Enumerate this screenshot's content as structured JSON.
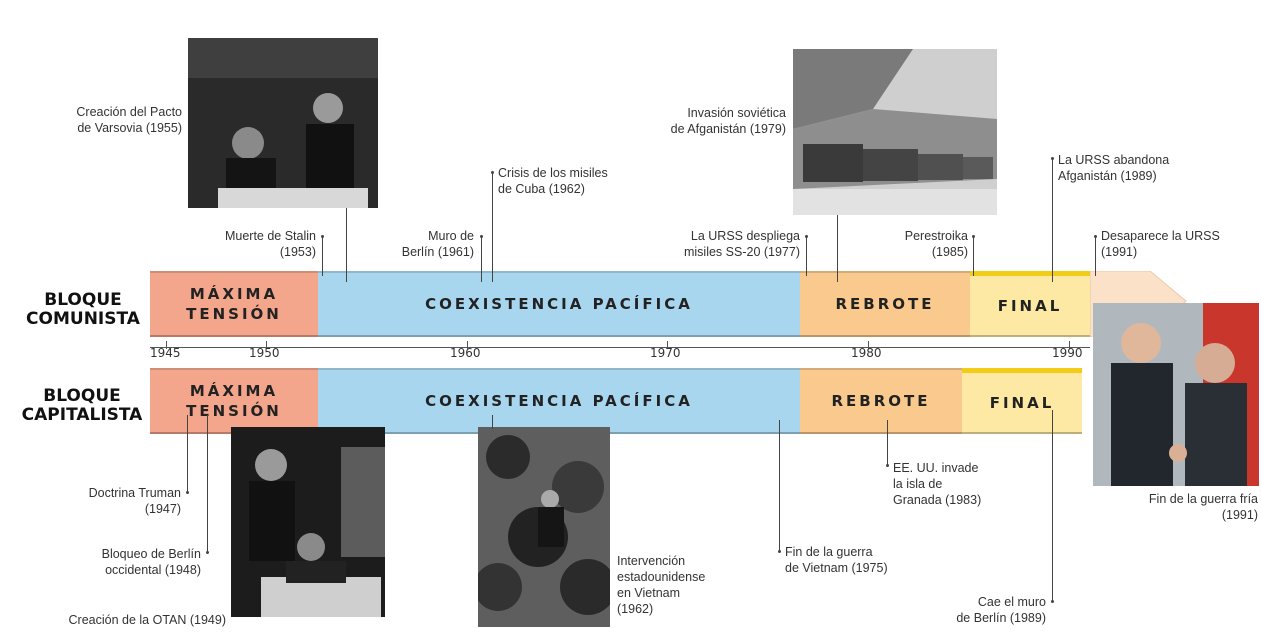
{
  "blocs": {
    "communist": "BLOQUE\nCOMUNISTA",
    "capitalist": "BLOQUE\nCAPITALISTA"
  },
  "bands": {
    "top": {
      "maxima": "MÁXIMA\nTENSIÓN",
      "coexistencia": "COEXISTENCIA PACÍFICA",
      "rebrote": "REBROTE",
      "final": "FINAL"
    },
    "bottom": {
      "maxima": "MÁXIMA\nTENSIÓN",
      "coexistencia": "COEXISTENCIA PACÍFICA",
      "rebrote": "REBROTE",
      "final": "FINAL"
    }
  },
  "years": [
    "1945",
    "1950",
    "1960",
    "1970",
    "1980",
    "1990"
  ],
  "events_top": {
    "pacto": "Creación del Pacto\nde Varsovia (1955)",
    "stalin": "Muerte de Stalin\n(1953)",
    "muro": "Muro de\nBerlín (1961)",
    "crisis": "Crisis de los misiles\nde Cuba (1962)",
    "ss20": "La URSS despliega\nmisiles SS-20 (1977)",
    "afganistan": "Invasión soviética\nde Afganistán (1979)",
    "perestroika": "Perestroika\n(1985)",
    "abandona": "La URSS abandona\nAfganistán (1989)",
    "desaparece": "Desaparece la URSS\n(1991)"
  },
  "events_bottom": {
    "truman": "Doctrina Truman\n(1947)",
    "bloqueo": "Bloqueo de Berlín\noccidental (1948)",
    "otan": "Creación de la OTAN (1949)",
    "vietnam": "Intervención\nestadounidense\nen Vietnam\n(1962)",
    "fin_vietnam": "Fin de la guerra\nde Vietnam (1975)",
    "granada": "EE. UU. invade\nla isla de\nGranada (1983)",
    "cae_muro": "Cae el muro\nde Berlín (1989)",
    "fin_fria": "Fin de la guerra fría\n(1991)"
  },
  "colors": {
    "maxima": "#f4a68c",
    "coexistencia": "#a8d6ef",
    "rebrote": "#f9c98e",
    "final": "#fde9a3",
    "final_accent": "#f3cc18"
  }
}
